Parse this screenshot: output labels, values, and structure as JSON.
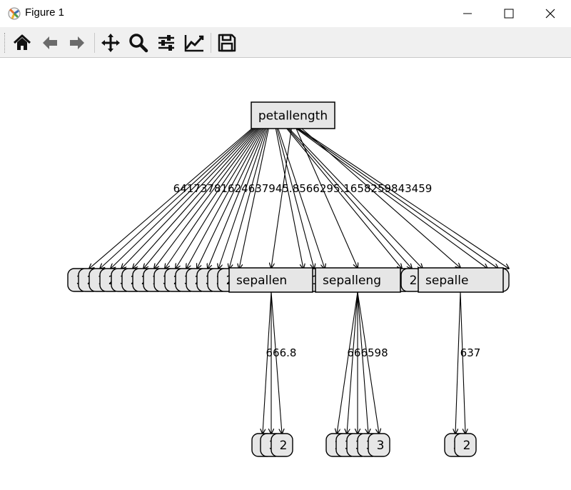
{
  "window": {
    "title": "Figure 1"
  },
  "toolbar": {
    "buttons": [
      "home-icon",
      "back-arrow-icon",
      "forward-arrow-icon",
      "pan-icon",
      "zoom-icon",
      "configure-subplots-icon",
      "edit-axes-icon",
      "save-icon"
    ]
  },
  "tree": {
    "root": "petallength",
    "root_edge_labels": "64173781624637945.8566295.1658259843459",
    "level1_nodes": [
      "3",
      "2",
      "1",
      "2",
      "3",
      "2",
      "2",
      "1",
      "3",
      "2",
      "3",
      "2",
      "3",
      "2",
      "2",
      "1",
      "3",
      "1",
      "3",
      "1",
      "2",
      "2",
      "3",
      "3"
    ],
    "internal_nodes": [
      "sepallen",
      "sepalleng",
      "sepalle"
    ],
    "subtree_edge_labels": [
      "666.8",
      "666598",
      "637"
    ],
    "leaf_groups": [
      [
        "3",
        "3",
        "2"
      ],
      [
        "2",
        "3",
        "3",
        "3",
        "3"
      ],
      [
        "3",
        "2"
      ]
    ]
  }
}
